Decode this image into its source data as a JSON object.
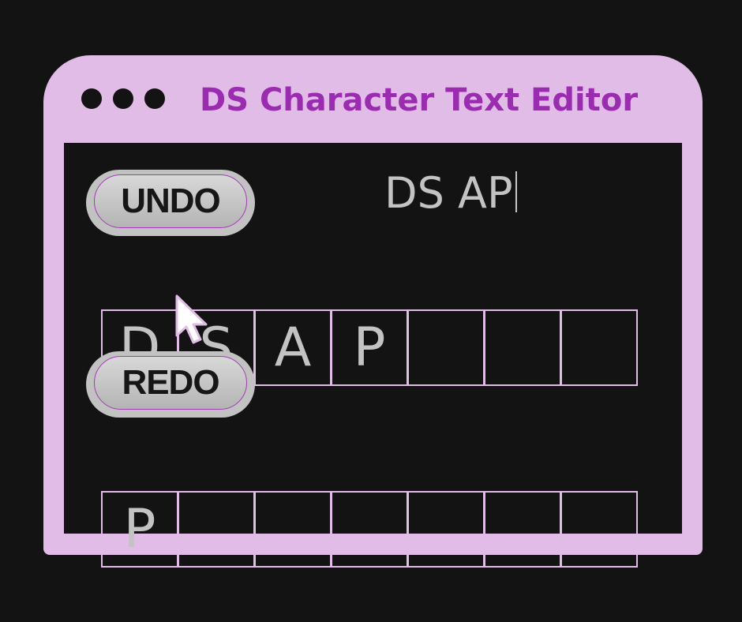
{
  "window": {
    "title": "DS Character Text Editor"
  },
  "toolbar": {
    "undo_label": "UNDO",
    "redo_label": "REDO"
  },
  "editor": {
    "text": "DS AP"
  },
  "undo_stack": {
    "cells": [
      "D",
      "S",
      "A",
      "P",
      "",
      "",
      ""
    ]
  },
  "redo_stack": {
    "cells": [
      "P",
      "",
      "",
      "",
      "",
      "",
      ""
    ]
  },
  "colors": {
    "window_frame": "#e1bce6",
    "title_text": "#9b2bb1",
    "background": "#131313",
    "cell_text": "#c3c3c3"
  },
  "icons": {
    "window_controls": "window-dot-icon",
    "pointer": "mouse-pointer-icon"
  }
}
